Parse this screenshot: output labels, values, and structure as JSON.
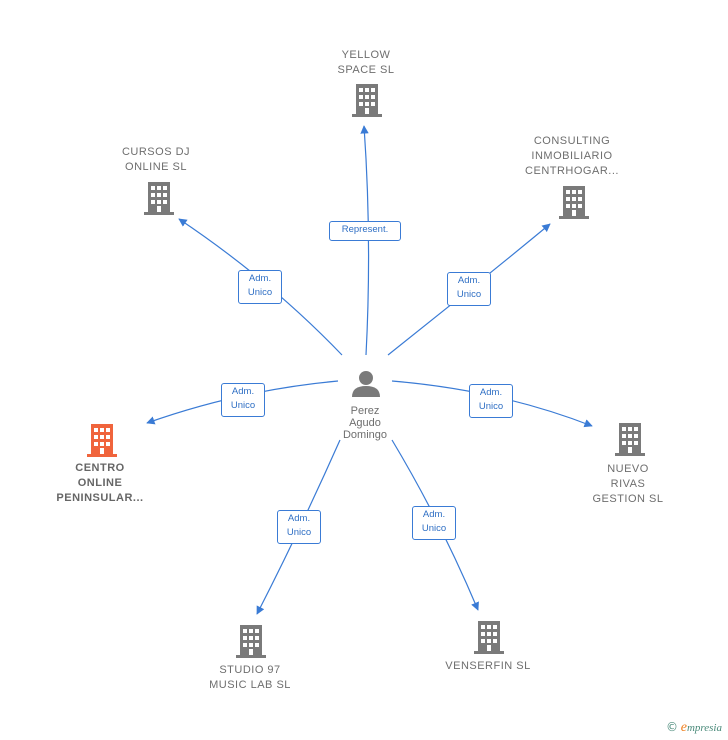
{
  "colors": {
    "edge": "#3a7bd5",
    "building": "#7a7a7a",
    "building_highlight": "#f0643c",
    "person": "#7a7a7a"
  },
  "person": {
    "name": "Perez\nAgudo\nDomingo",
    "icon": "person-icon"
  },
  "companies": {
    "yellow": {
      "name": "YELLOW\nSPACE  SL",
      "icon": "building-icon"
    },
    "cursos": {
      "name": "CURSOS DJ\nONLINE  SL",
      "icon": "building-icon"
    },
    "consulting": {
      "name": "CONSULTING\nINMOBILIARIO\nCENTRHOGAR...",
      "icon": "building-icon"
    },
    "centro": {
      "name": "CENTRO\nONLINE\nPENINSULAR...",
      "icon": "building-icon"
    },
    "nuevo": {
      "name": "NUEVO\nRIVAS\nGESTION  SL",
      "icon": "building-icon"
    },
    "studio": {
      "name": "STUDIO 97\nMUSIC LAB  SL",
      "icon": "building-icon"
    },
    "venserfin": {
      "name": "VENSERFIN  SL",
      "icon": "building-icon"
    }
  },
  "edges": {
    "yellow": "Represent.",
    "cursos": "Adm.\nUnico",
    "consulting": "Adm.\nUnico",
    "centro": "Adm.\nUnico",
    "nuevo": "Adm.\nUnico",
    "studio": "Adm.\nUnico",
    "venserfin": "Adm.\nUnico"
  },
  "footer": {
    "copyright": "©",
    "brand_initial": "e",
    "brand_rest": "mpresia"
  }
}
